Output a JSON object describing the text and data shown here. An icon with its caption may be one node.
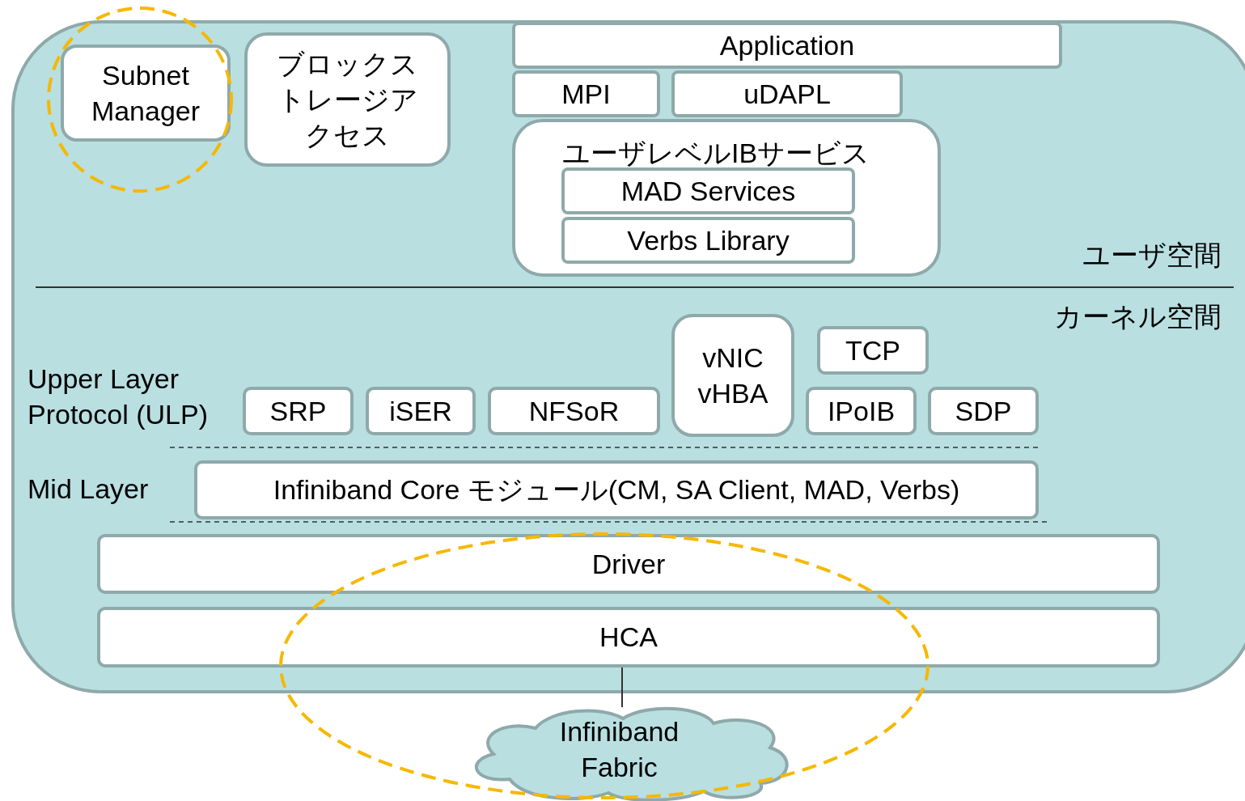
{
  "diagram": {
    "nodes": [
      {
        "text": [
          "ユーザ空間",
          "カーネル空間"
        ]
      },
      {
        "text": [
          "Subnet Manager"
        ],
        "in": 0
      },
      {
        "text": [
          "ブロックストレージアクセス"
        ],
        "in": 0
      },
      {
        "text": [
          "Application"
        ],
        "in": 0
      },
      {
        "text": [
          "MPI"
        ],
        "in": 0
      },
      {
        "text": [
          "uDAPL"
        ],
        "in": 0
      },
      {
        "text": [
          "ユーザレベルIBサービス"
        ],
        "in": 0
      },
      {
        "text": [
          "MAD Services"
        ],
        "in": 6
      },
      {
        "text": [
          "Verbs Library"
        ],
        "in": 6
      },
      {
        "text": [
          "SRP"
        ],
        "in": 0
      },
      {
        "text": [
          "iSER"
        ],
        "in": 0
      },
      {
        "text": [
          "NFSoR"
        ],
        "in": 0
      },
      {
        "text": [
          "vNIC vHBA"
        ],
        "in": 0
      },
      {
        "text": [
          "TCP"
        ],
        "in": 0
      },
      {
        "text": [
          "IPoIB"
        ],
        "in": 0
      },
      {
        "text": [
          "SDP"
        ],
        "in": 0
      },
      {
        "text": [
          "Infiniband Core モジュール(CM, SA Client, MAD, Verbs)"
        ],
        "in": 0
      },
      {
        "text": [
          "Driver"
        ],
        "in": 0
      },
      {
        "text": [
          "HCA"
        ],
        "in": 0
      },
      {
        "text": [
          "Infiniband Fabric"
        ]
      }
    ],
    "edges": [
      {
        "from": 18,
        "to": 19,
        "arrow": "none"
      }
    ],
    "labels": [
      "Upper Layer Protocol (ULP)",
      "Mid Layer"
    ]
  }
}
